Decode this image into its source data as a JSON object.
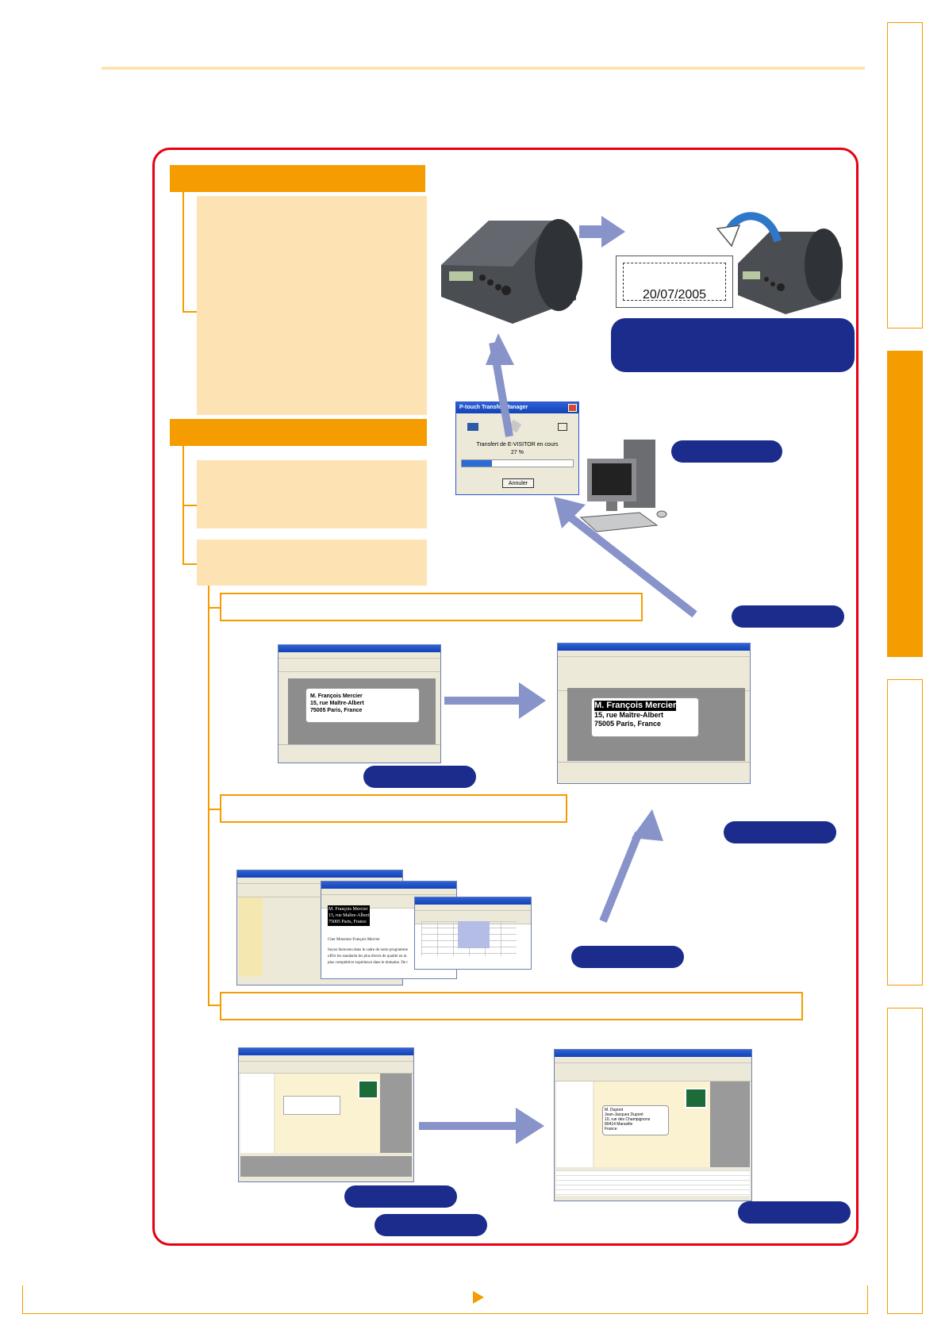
{
  "label_date": "20/07/2005",
  "dialog": {
    "title": "P-touch Transfer Manager",
    "status": "Transfert de E-VISITOR en cours",
    "percent": "27 %",
    "progress": 0.27,
    "cancel": "Annuler"
  },
  "label_text": {
    "line1": "M. François Mercier",
    "line2": "15, rue Maître-Albert",
    "line3": "75005 Paris, France"
  },
  "letter": {
    "greeting": "Cher Monsieur François Mercier",
    "body1": "Soyez bienvenu dans le cadre de notre programme",
    "body2": "offrir les standards les plus élevés de qualité en m",
    "body3": "plus compétitive expérience dans le domaine. De t"
  },
  "db_address": {
    "line1": "M. Dupont",
    "line2": "Jean-Jacques Dupont",
    "line3": "10, rue des Champignons",
    "line4": "80414 Marseille",
    "line5": "France"
  },
  "colors": {
    "accent": "#f59c00",
    "peach": "#fde3b3",
    "frame": "#e60012",
    "navy": "#1b2c8c",
    "arrow": "#8793c9"
  }
}
